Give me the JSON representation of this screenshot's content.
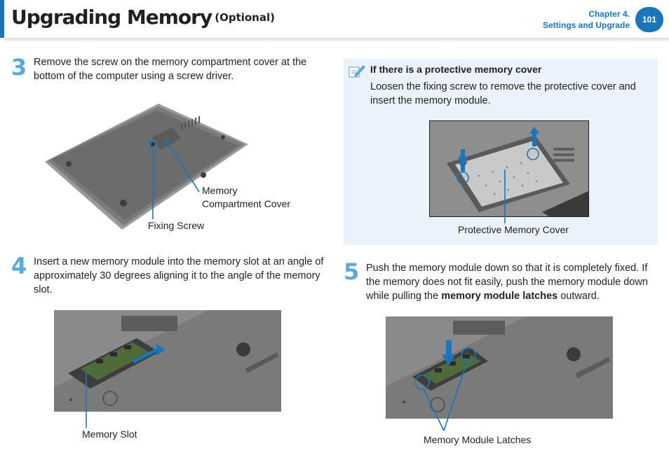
{
  "header": {
    "title": "Upgrading Memory",
    "title_suffix": "(Optional)",
    "chapter": "Chapter 4.",
    "section": "Settings and Upgrade",
    "page_number": "101"
  },
  "steps": [
    {
      "number": "3",
      "text": "Remove the screw on the memory compartment cover at the bottom of the computer using a screw driver.",
      "labels": [
        "Memory",
        "Compartment Cover",
        "Fixing Screw"
      ]
    },
    {
      "number": "4",
      "text": "Insert a new memory module into the memory slot at an angle of approximately 30 degrees aligning it to the angle of the memory slot.",
      "labels": [
        "Memory Slot"
      ]
    },
    {
      "number": "5",
      "text_before": "Push the memory module down so that it is completely fixed. If the memory does not fit easily, push the memory module down while pulling the ",
      "text_bold": "memory module latches",
      "text_after": " outward.",
      "labels": [
        "Memory Module Latches"
      ]
    }
  ],
  "note": {
    "title": "If there is a protective memory cover",
    "body": "Loosen the fixing screw to remove the protective cover and insert the memory module.",
    "label": "Protective Memory Cover"
  },
  "colors": {
    "accent": "#1b75bb",
    "step_number": "#5aa8dc",
    "note_background": "#eaf2fa",
    "callout": "#1b75bb"
  }
}
